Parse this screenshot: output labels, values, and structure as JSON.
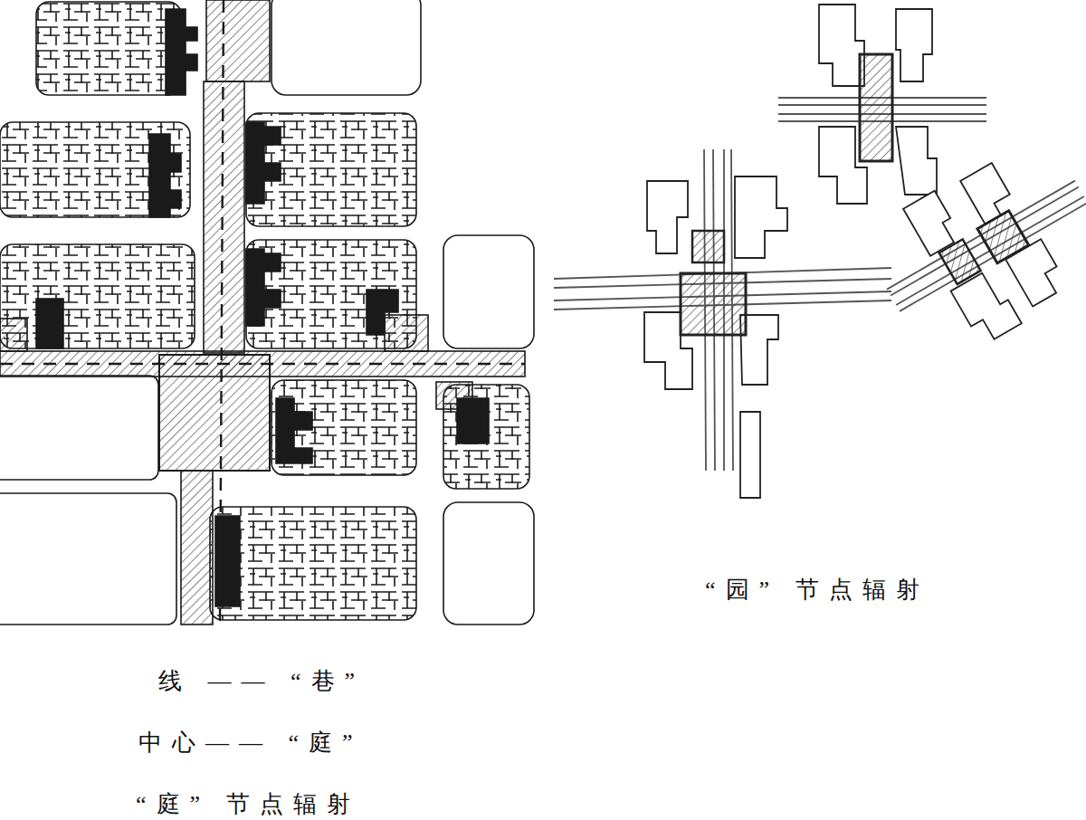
{
  "diagram": {
    "labels": [
      "线 —— “巷”",
      "中心—— “庭”",
      "“庭” 节点辐射",
      "“园” 节点辐射"
    ]
  }
}
